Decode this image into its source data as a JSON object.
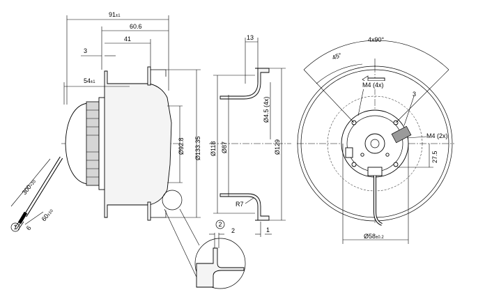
{
  "drawing": {
    "colors": {
      "line": "#000000",
      "background": "#ffffff",
      "hatch": "#d6d6d6"
    },
    "side_view": {
      "width_total": "91",
      "width_total_tol": "±1",
      "width_a": "60.6",
      "width_b": "41",
      "step": "3",
      "depth": "54",
      "depth_tol": "±1",
      "dia_inner": "Ø92.8",
      "dia_outer": "Ø133.35",
      "cable_len": "300",
      "cable_len_tol": "+20",
      "strip_len": "60",
      "strip_len_tol": "±10",
      "wire_end": "6",
      "ref_1": "1"
    },
    "section_view": {
      "thickness": "13",
      "dia_118": "Ø118",
      "dia_87": "Ø87",
      "dia_129": "Ø129",
      "holes": "Ø4.5 (4x)",
      "radius": "R7",
      "gap": "2",
      "edge": "1",
      "ref_2": "2"
    },
    "front_view": {
      "angle_hole": "4x90°",
      "angle_offset": "45°",
      "ref_3": "3",
      "thread_4x": "M4 (4x)",
      "thread_2x": "M4 (2x)",
      "offset": "27.5",
      "hub_dia": "Ø58",
      "hub_dia_tol": "±0.2"
    }
  }
}
